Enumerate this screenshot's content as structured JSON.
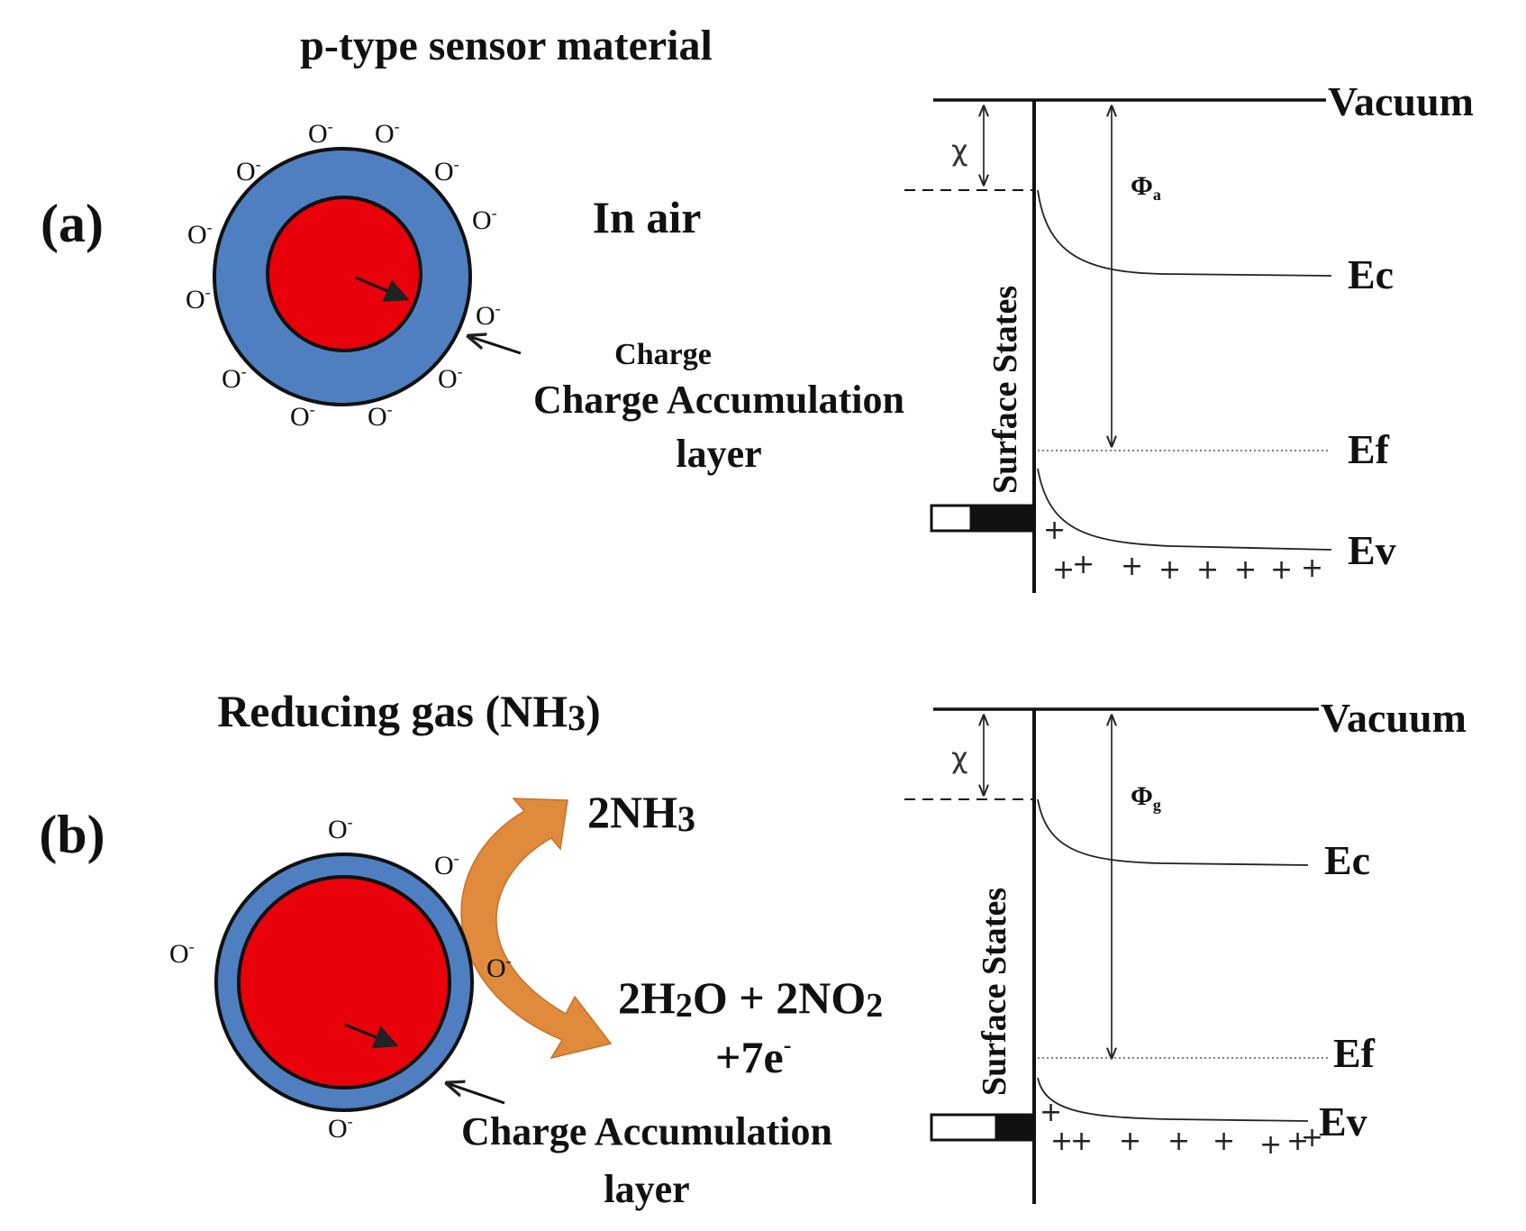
{
  "panel_a": {
    "label": "(a)",
    "title": "p-type sensor material",
    "condition": "In air",
    "layer_label_small": "Charge",
    "layer_label_line1": "Charge Accumulation",
    "layer_label_line2": "layer",
    "adsorbed_species": "O",
    "adsorbed_charge": "-",
    "band": {
      "vacuum": "Vacuum",
      "ec": "Ec",
      "ef": "Ef",
      "ev": "Ev",
      "chi": "χ",
      "phi": "Φ",
      "phi_sub": "a",
      "surface_states": "Surface States",
      "holes": "+",
      "hole_count": 9
    }
  },
  "panel_b": {
    "label": "(b)",
    "title_main": "Reducing gas (NH",
    "title_sub": "3",
    "title_end": ")",
    "reactant_main": "2NH",
    "reactant_sub": "3",
    "products_line1_a": "2H",
    "products_line1_sub1": "2",
    "products_line1_b": "O + 2NO",
    "products_line1_sub2": "2",
    "products_line2": "+7e",
    "products_line2_sup": "-",
    "layer_label_line1": "Charge Accumulation",
    "layer_label_line2": "layer",
    "adsorbed_species": "O",
    "adsorbed_charge": "-",
    "band": {
      "vacuum": "Vacuum",
      "ec": "Ec",
      "ef": "Ef",
      "ev": "Ev",
      "chi": "χ",
      "phi": "Φ",
      "phi_sub": "g",
      "surface_states": "Surface States",
      "holes": "+",
      "hole_count": 9
    }
  },
  "colors": {
    "shell": "#4f7fc0",
    "core": "#e8000b",
    "arrow": "#e08a3c"
  }
}
